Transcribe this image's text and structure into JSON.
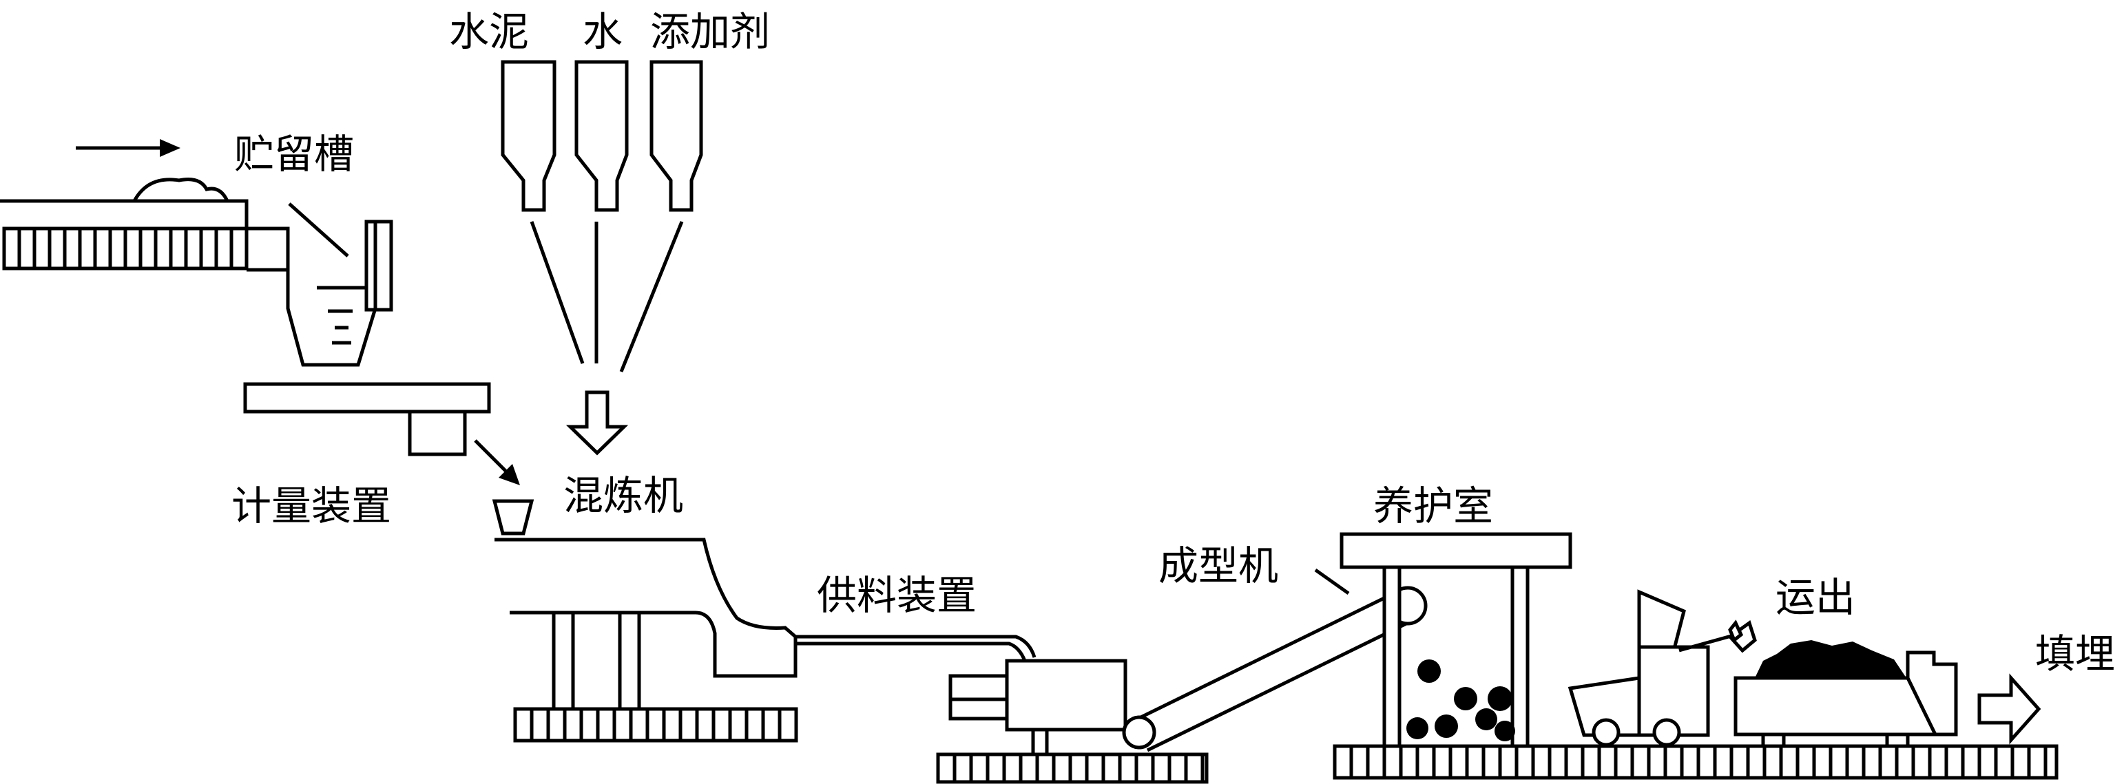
{
  "labels": {
    "cement": "水泥",
    "water": "水",
    "additive": "添加剂",
    "storage_tank": "贮留槽",
    "metering_device": "计量装置",
    "mixer": "混炼机",
    "feeding_device": "供料装置",
    "forming_machine": "成型机",
    "curing_room": "养护室",
    "transport_out": "运出",
    "landfill": "填埋"
  }
}
